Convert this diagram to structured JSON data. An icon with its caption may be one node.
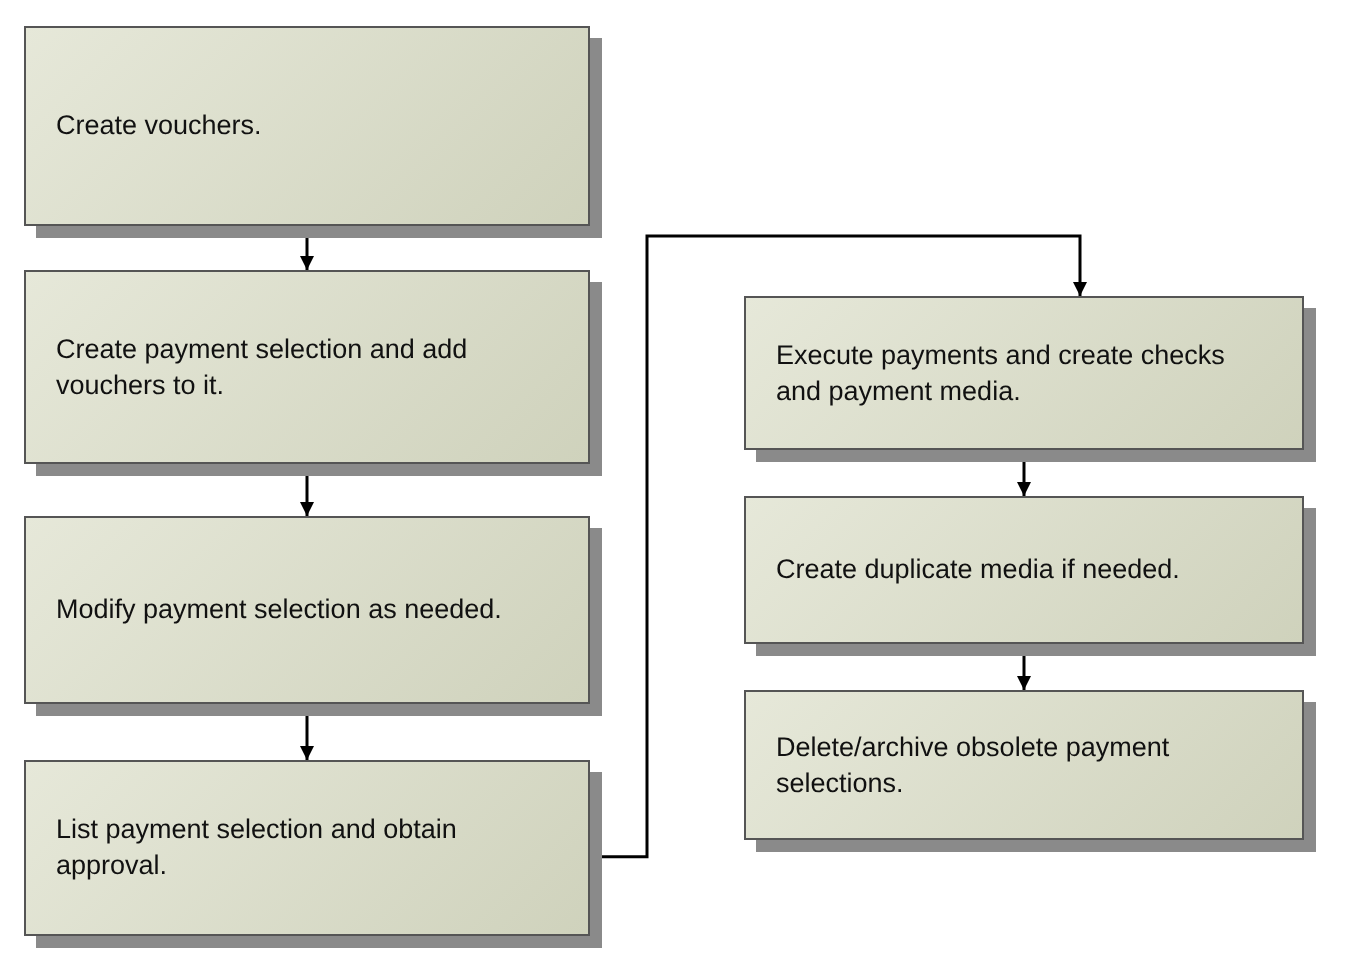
{
  "diagram": {
    "nodes": [
      {
        "text": [
          "Create vouchers."
        ]
      },
      {
        "text": [
          "Create payment selection and add vouchers to it."
        ]
      },
      {
        "text": [
          "Modify payment selection as needed."
        ]
      },
      {
        "text": [
          "List payment selection and obtain approval."
        ]
      },
      {
        "text": [
          "Execute payments and create checks and payment media."
        ]
      },
      {
        "text": [
          "Create duplicate media if needed."
        ]
      },
      {
        "text": [
          "Delete/archive obsolete payment selections."
        ]
      }
    ],
    "edges": [
      {
        "from": 0,
        "to": 1,
        "arrow": "to"
      },
      {
        "from": 1,
        "to": 2,
        "arrow": "to"
      },
      {
        "from": 2,
        "to": 3,
        "arrow": "to"
      },
      {
        "from": 3,
        "to": 4,
        "arrow": "to"
      },
      {
        "from": 4,
        "to": 5,
        "arrow": "to"
      },
      {
        "from": 5,
        "to": 6,
        "arrow": "to"
      }
    ]
  }
}
